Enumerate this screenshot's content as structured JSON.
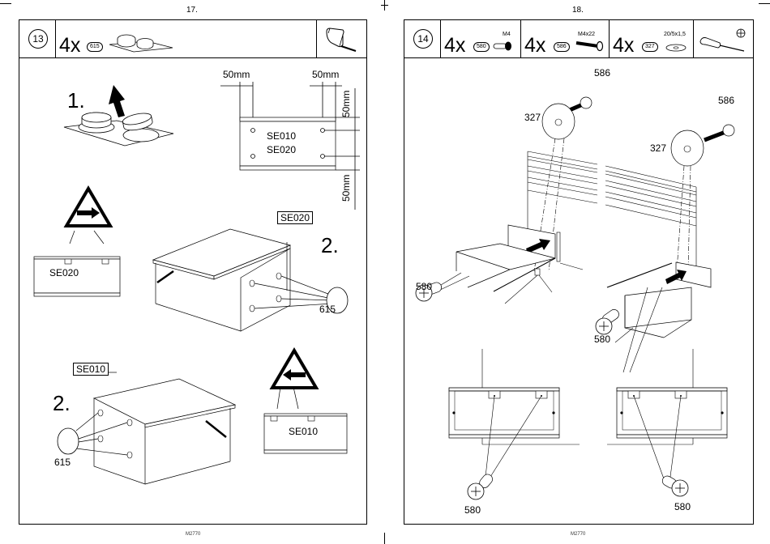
{
  "pages": [
    {
      "page_number": "17.",
      "footer": "M2770",
      "step": {
        "number": "13",
        "parts": [
          {
            "qty": "4x",
            "part_id": "615",
            "icon": "felt-pad-sheet-icon"
          }
        ],
        "tool_icon": "tape-measure-icon"
      },
      "stage1_label": "1.",
      "dimensions": {
        "horizontal": [
          "50mm",
          "50mm"
        ],
        "vertical": [
          "50mm",
          "50mm"
        ],
        "panel_labels": [
          "SE010",
          "SE020"
        ]
      },
      "upper": {
        "front_label": "SE020",
        "box_label": "SE020",
        "stage_label": "2.",
        "part_label": "615",
        "warning_arrow": "right"
      },
      "lower": {
        "front_label": "SE010",
        "box_label": "SE010",
        "stage_label": "2.",
        "part_label": "615",
        "warning_arrow": "left"
      }
    },
    {
      "page_number": "18.",
      "footer": "M2770",
      "step": {
        "number": "14",
        "parts": [
          {
            "qty": "4x",
            "part_id": "580",
            "spec": "M4",
            "icon": "short-screw-icon"
          },
          {
            "qty": "4x",
            "part_id": "586",
            "spec": "M4x22",
            "icon": "long-bolt-icon"
          },
          {
            "qty": "4x",
            "part_id": "327",
            "spec": "20/5x1,5",
            "icon": "washer-icon"
          }
        ],
        "tool_icon": "phillips-screwdriver-icon"
      },
      "callouts": {
        "bolt_left": "586",
        "bolt_right": "586",
        "washer_left": "327",
        "washer_right": "327",
        "screw_mid_left": "580",
        "screw_mid_right": "580",
        "screw_bottom_left": "580",
        "screw_bottom_right": "580"
      }
    }
  ]
}
